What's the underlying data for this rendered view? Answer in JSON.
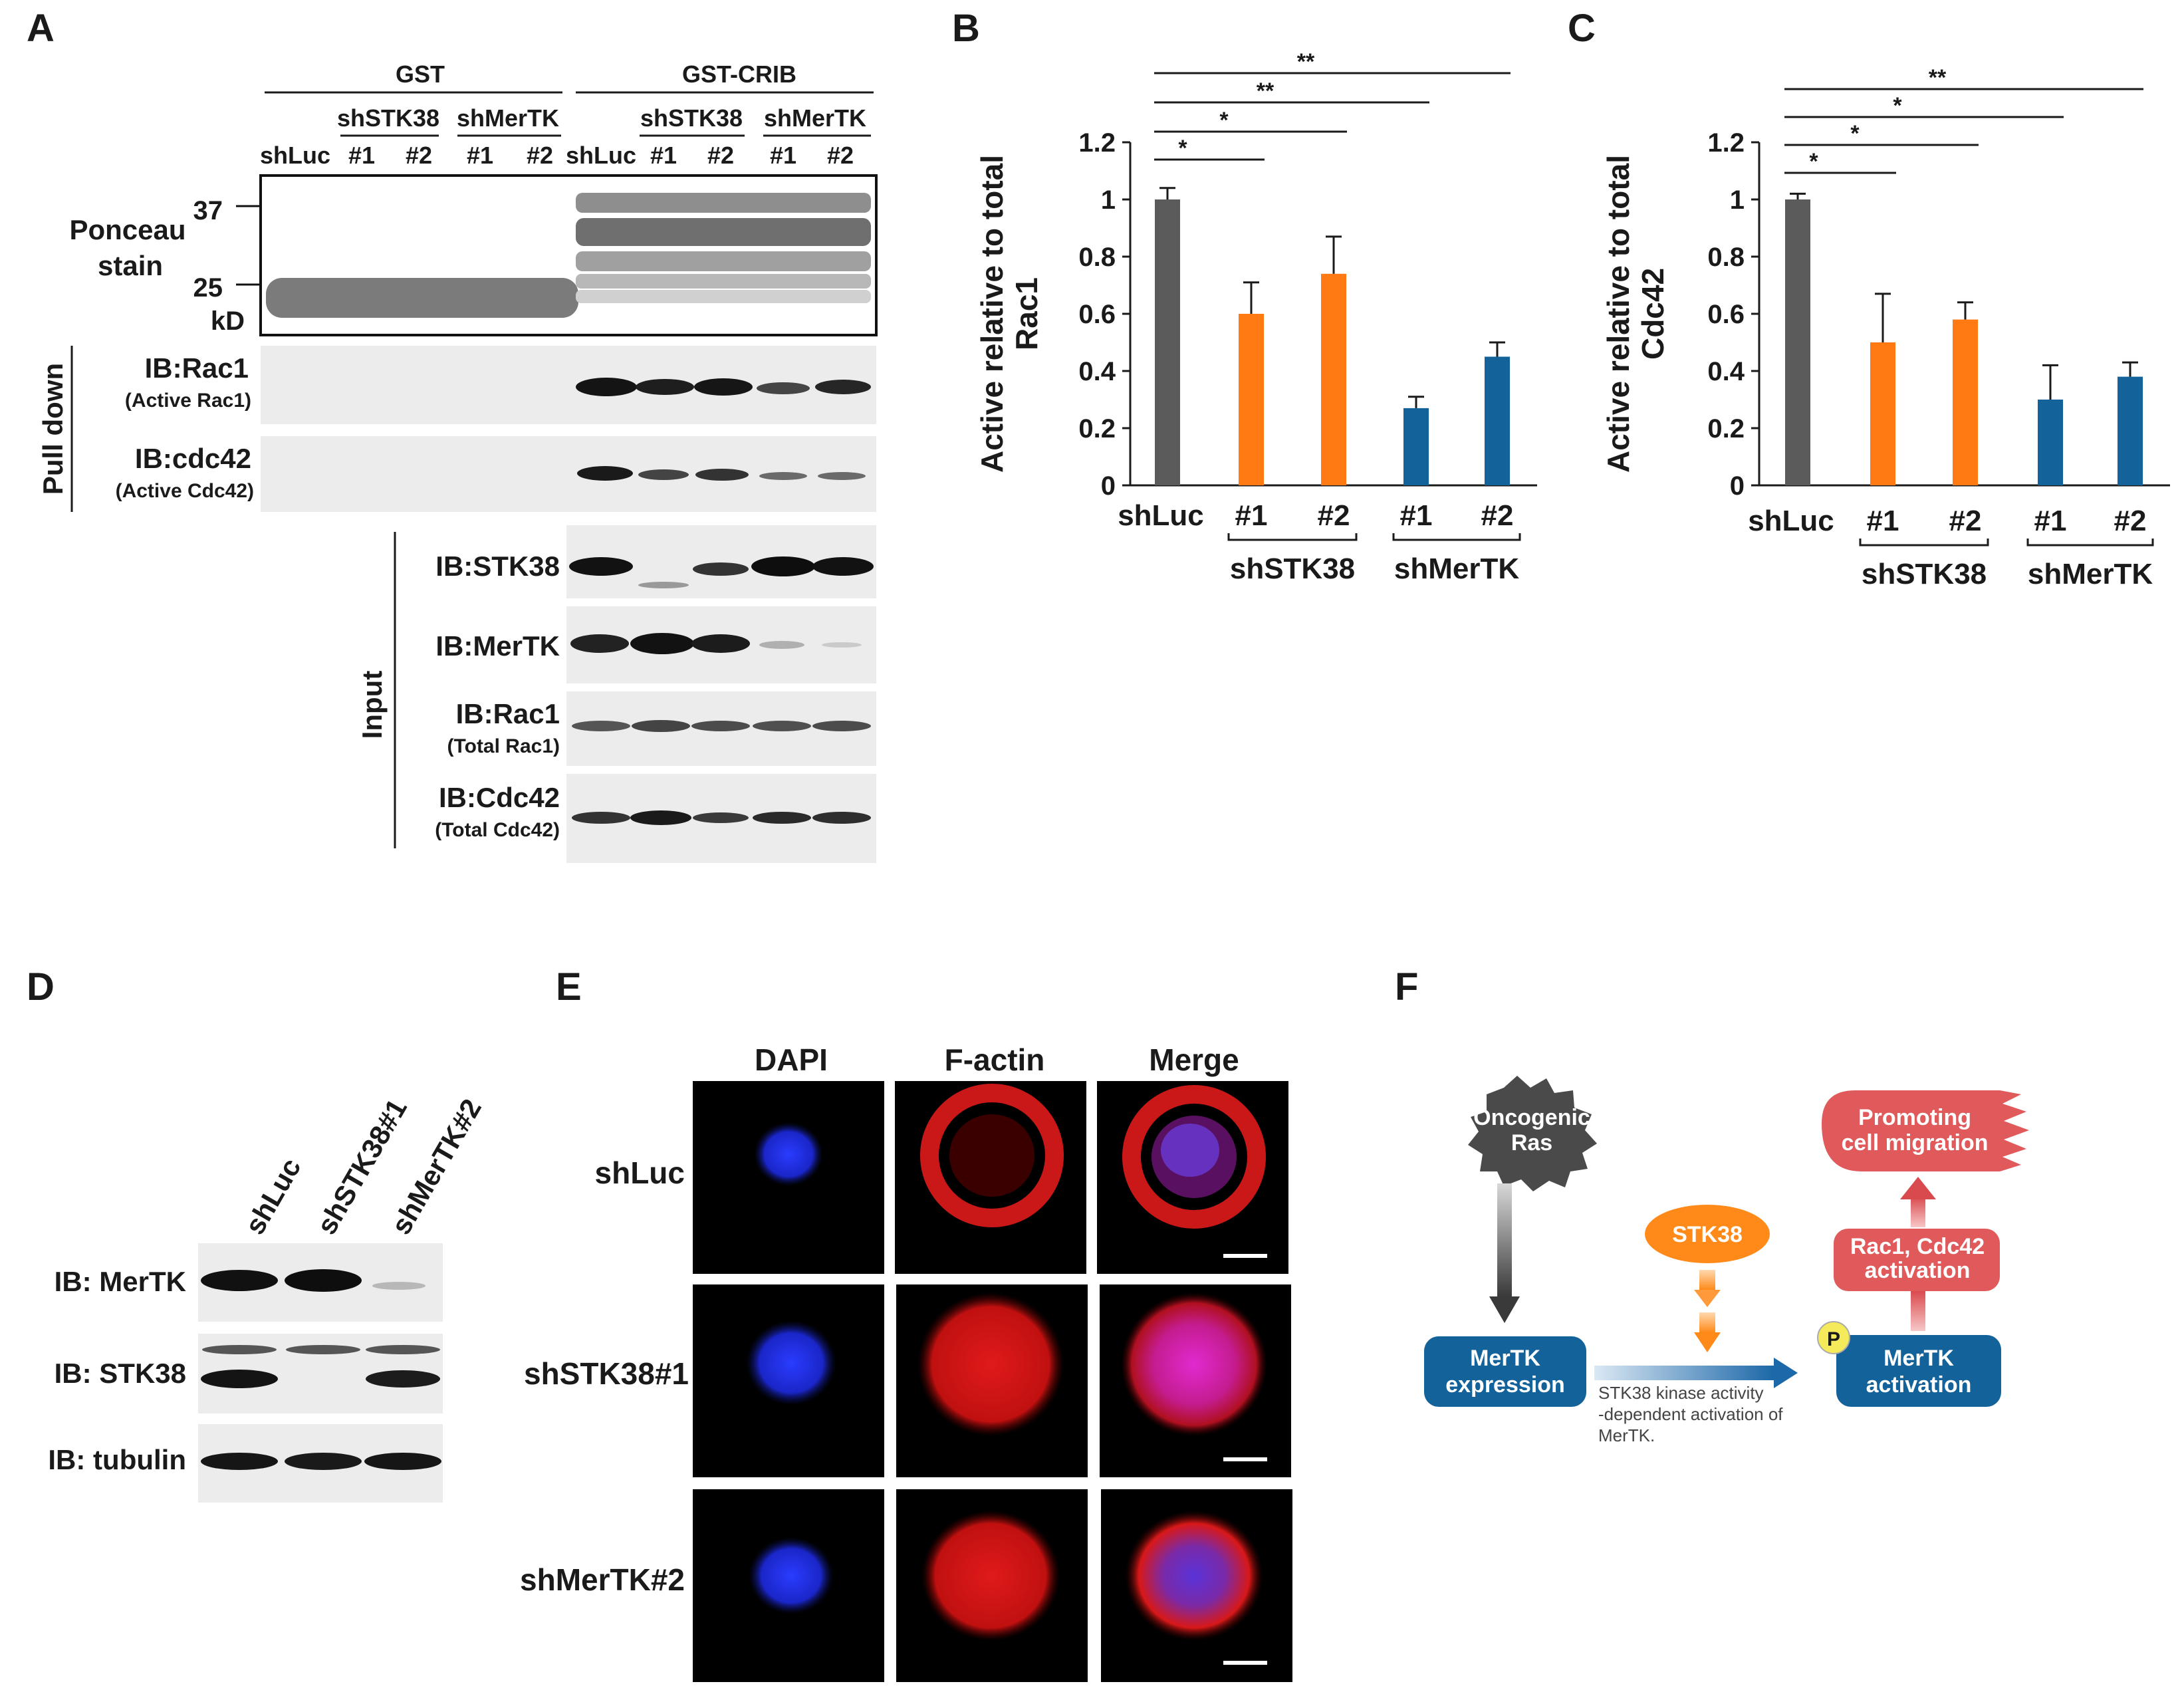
{
  "colors": {
    "shLuc": "#5b5b5b",
    "shSTK38": "#ff7a12",
    "shMerTK": "#13629a",
    "pathway_blue": "#13629a",
    "pathway_red": "#e05a5c",
    "stk38": "#ff8a1a"
  },
  "panel_A": {
    "letter": "A",
    "pulldown_groups": {
      "gst": "GST",
      "gst_crib": "GST-CRIB"
    },
    "subgroups": {
      "shSTK38": "shSTK38",
      "shMerTK": "shMerTK"
    },
    "lanes": [
      "shLuc",
      "#1",
      "#2",
      "#1",
      "#2",
      "shLuc",
      "#1",
      "#2",
      "#1",
      "#2"
    ],
    "markers": {
      "m37": "37",
      "m25": "25",
      "kd": "kD"
    },
    "ponceau": {
      "line1": "Ponceau",
      "line2": "stain"
    },
    "pulldown_label": "Pull down",
    "input_label": "Input",
    "blots": {
      "rac1_active": {
        "label": "IB:Rac1",
        "sub": "(Active Rac1)"
      },
      "cdc42_active": {
        "label": "IB:cdc42",
        "sub": "(Active Cdc42)"
      },
      "stk38": {
        "label": "IB:STK38"
      },
      "mertk": {
        "label": "IB:MerTK"
      },
      "rac1_total": {
        "label": "IB:Rac1",
        "sub": "(Total Rac1)"
      },
      "cdc42_total": {
        "label": "IB:Cdc42",
        "sub": "(Total Cdc42)"
      }
    }
  },
  "chart_data": [
    {
      "panel": "B",
      "type": "bar",
      "categories": [
        "shLuc",
        "#1",
        "#2",
        "#1",
        "#2"
      ],
      "groups": [
        "shSTK38",
        "shMerTK"
      ],
      "values": [
        1.0,
        0.6,
        0.74,
        0.27,
        0.45
      ],
      "errors": [
        0.04,
        0.11,
        0.13,
        0.04,
        0.05
      ],
      "ylabel_line1": "Active relative to total",
      "ylabel_line2": "Rac1",
      "yticks": [
        "0",
        "0.2",
        "0.4",
        "0.6",
        "0.8",
        "1",
        "1.2"
      ],
      "ylim": [
        0,
        1.2
      ],
      "significance": [
        {
          "from": 0,
          "to": 1,
          "label": "*"
        },
        {
          "from": 0,
          "to": 2,
          "label": "*"
        },
        {
          "from": 0,
          "to": 3,
          "label": "**"
        },
        {
          "from": 0,
          "to": 4,
          "label": "**"
        }
      ]
    },
    {
      "panel": "C",
      "type": "bar",
      "categories": [
        "shLuc",
        "#1",
        "#2",
        "#1",
        "#2"
      ],
      "groups": [
        "shSTK38",
        "shMerTK"
      ],
      "values": [
        1.0,
        0.5,
        0.58,
        0.3,
        0.38
      ],
      "errors": [
        0.02,
        0.17,
        0.06,
        0.12,
        0.05
      ],
      "ylabel_line1": "Active relative to total",
      "ylabel_line2": "Cdc42",
      "yticks": [
        "0",
        "0.2",
        "0.4",
        "0.6",
        "0.8",
        "1",
        "1.2"
      ],
      "ylim": [
        0,
        1.2
      ],
      "significance": [
        {
          "from": 0,
          "to": 1,
          "label": "*"
        },
        {
          "from": 0,
          "to": 2,
          "label": "*"
        },
        {
          "from": 0,
          "to": 3,
          "label": "*"
        },
        {
          "from": 0,
          "to": 4,
          "label": "**"
        }
      ]
    }
  ],
  "panel_D": {
    "letter": "D",
    "lanes": [
      "shLuc",
      "shSTK38#1",
      "shMerTK#2"
    ],
    "blots": [
      "IB: MerTK",
      "IB: STK38",
      "IB: tubulin"
    ]
  },
  "panel_E": {
    "letter": "E",
    "columns": [
      "DAPI",
      "F-actin",
      "Merge"
    ],
    "rows": [
      "shLuc",
      "shSTK38#1",
      "shMerTK#2"
    ]
  },
  "panel_F": {
    "letter": "F",
    "oncogenic_ras": {
      "line1": "Oncogenic",
      "line2": "Ras"
    },
    "mertk_expression": {
      "line1": "MerTK",
      "line2": "expression"
    },
    "stk38": "STK38",
    "phospho": "P",
    "mertk_activation": {
      "line1": "MerTK",
      "line2": "activation"
    },
    "rac_cdc42": {
      "line1": "Rac1, Cdc42",
      "line2": "activation"
    },
    "migration": {
      "line1": "Promoting",
      "line2": "cell migration"
    },
    "note": {
      "line1": "STK38 kinase activity",
      "line2": "-dependent activation of",
      "line3": "MerTK."
    }
  }
}
